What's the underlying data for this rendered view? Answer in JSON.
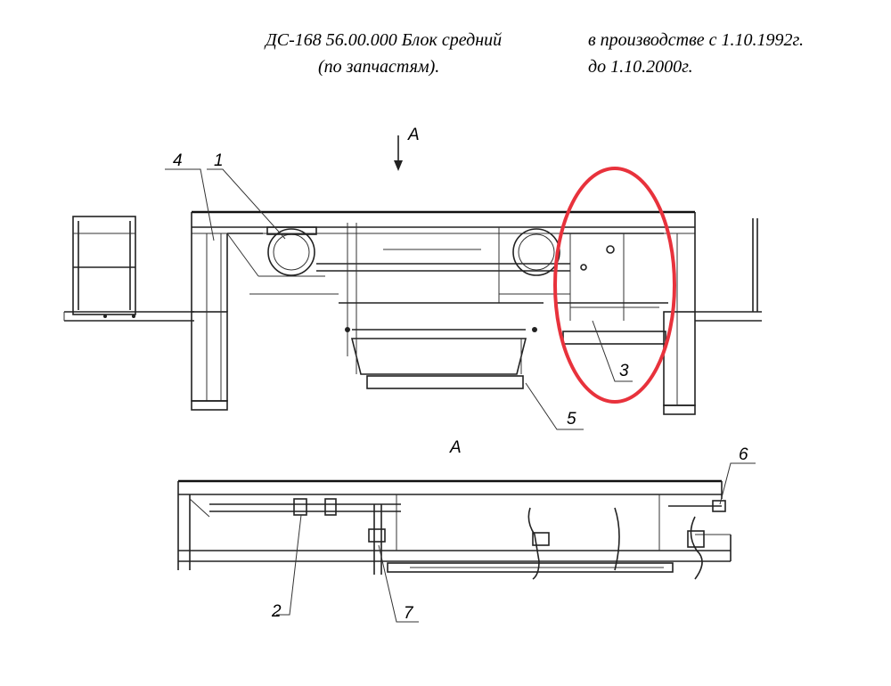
{
  "header": {
    "doc_title_line1": "ДС-168 56.00.000 Блок средний",
    "doc_title_line2": "(по запчастям).",
    "production_line1": "в производстве с 1.10.1992г.",
    "production_line2": "до 1.10.2000г."
  },
  "view_labels": {
    "arrow_label": "A",
    "section_label": "A"
  },
  "callouts": [
    "1",
    "2",
    "3",
    "4",
    "5",
    "6",
    "7"
  ],
  "colors": {
    "highlight": "#e8323c",
    "lines": "#222222"
  }
}
